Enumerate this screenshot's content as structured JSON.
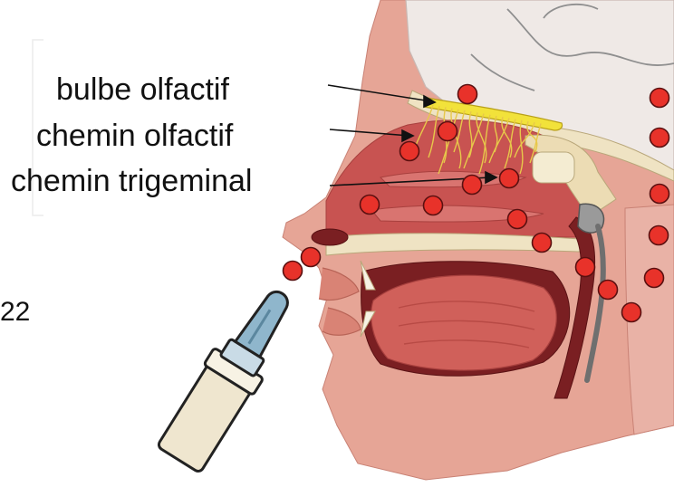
{
  "labels": [
    "bulbe olfactif",
    "chemin olfactif",
    "chemin trigeminal"
  ],
  "side_number": "22",
  "colors": {
    "particle": "#e8322a",
    "particle_stroke": "#5a1010",
    "olfactory_bulb": "#f2e23a",
    "nerve_fibers": "#e7c84a",
    "tissue": "#e99a8c",
    "nasal_cavity": "#c9504e",
    "bone": "#efe3c3",
    "brain": "#eeeaea",
    "muscle": "#c9574e",
    "spray_bottle": "#efe6cf",
    "spray_nozzle": "#8fb6cc",
    "outline": "#222222"
  },
  "icons": [
    "nasal-spray-bottle-icon",
    "particle-dot-icon"
  ]
}
